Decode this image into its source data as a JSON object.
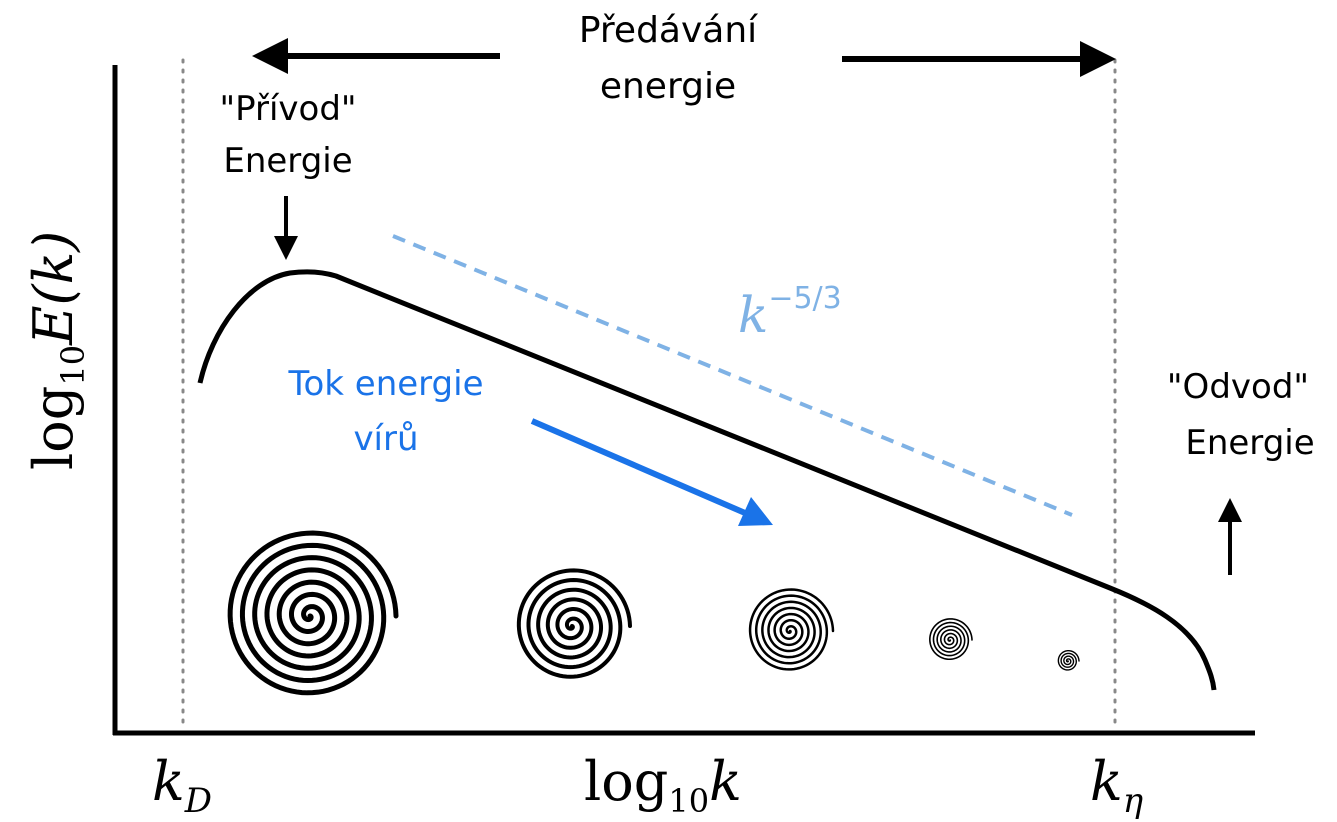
{
  "labels": {
    "top_transfer_line1": "Předávání",
    "top_transfer_line2": "energie",
    "input_line1": "\"Přívod\"",
    "input_line2": "Energie",
    "output_line1": "\"Odvod\"",
    "output_line2": "Energie",
    "flow_line1": "Tok energie",
    "flow_line2": "vírů",
    "slope_base": "k",
    "slope_exp": "−5/3",
    "y_axis_log": "log",
    "y_axis_sub": "10",
    "y_axis_rest": "E(k)",
    "x_axis_log": "log",
    "x_axis_sub": "10",
    "x_axis_k": "k",
    "kD_base": "k",
    "kD_sub": "D",
    "keta_base": "k",
    "keta_sub": "η"
  },
  "colors": {
    "ink": "#000000",
    "flow_blue": "#1a73e8",
    "slope_blue": "#7fb2e5",
    "guide_gray": "#888888"
  },
  "icons": [
    "spiral-eddy-large",
    "spiral-eddy-medium",
    "spiral-eddy-small",
    "spiral-eddy-tiny",
    "spiral-eddy-dot"
  ]
}
